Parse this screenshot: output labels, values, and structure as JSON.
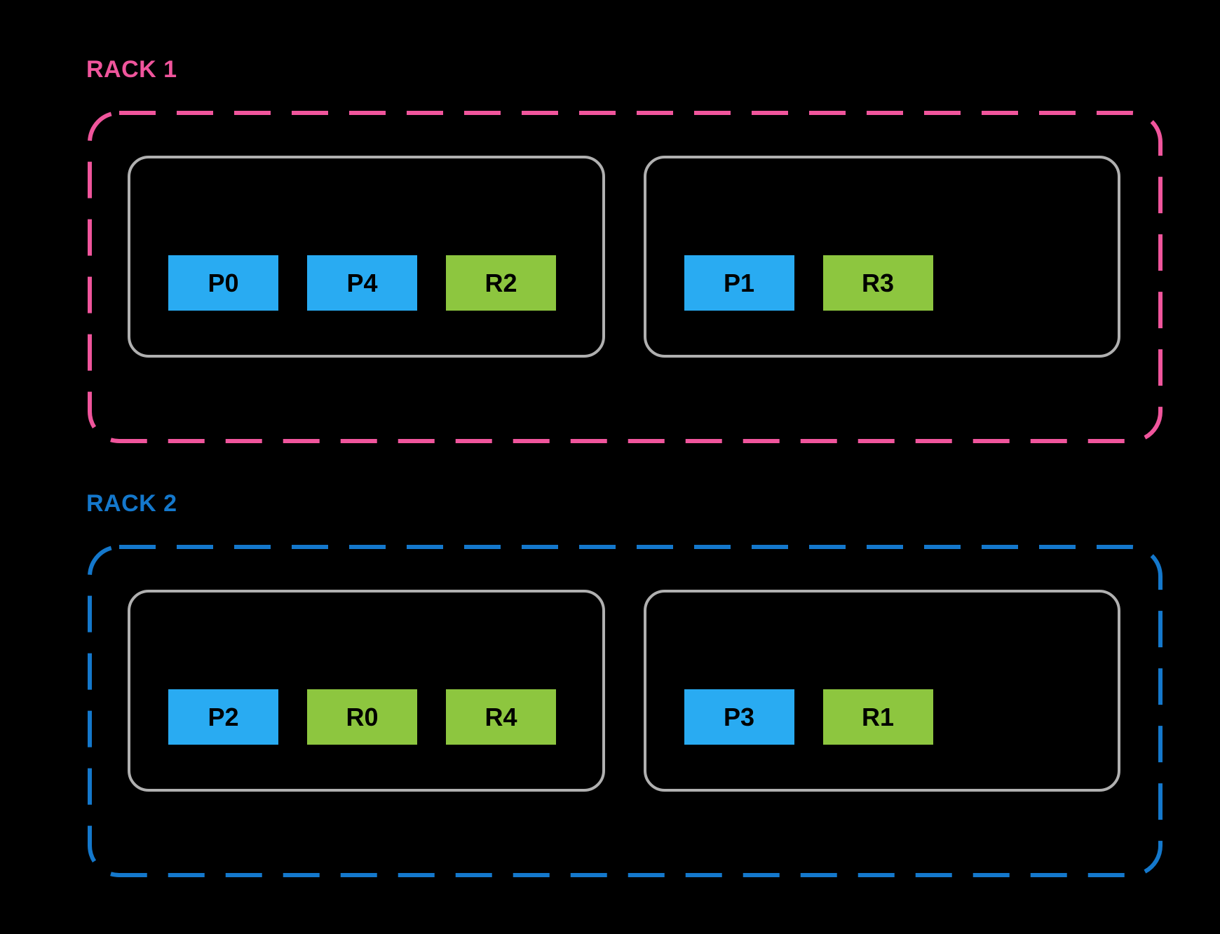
{
  "background": "#000000",
  "colors": {
    "primary_chip": "#29ABF2",
    "replica_chip": "#8DC63F",
    "node_border": "#B0B0B0",
    "chip_label": "#000000",
    "rack1_accent": "#F0559C",
    "rack2_accent": "#1478CC"
  },
  "racks": [
    {
      "label": "RACK 1",
      "accent_color": "#F0559C",
      "nodes": [
        {
          "chips": [
            {
              "label": "P0",
              "type": "primary"
            },
            {
              "label": "P4",
              "type": "primary"
            },
            {
              "label": "R2",
              "type": "replica"
            }
          ]
        },
        {
          "chips": [
            {
              "label": "P1",
              "type": "primary"
            },
            {
              "label": "R3",
              "type": "replica"
            }
          ]
        }
      ]
    },
    {
      "label": "RACK 2",
      "accent_color": "#1478CC",
      "nodes": [
        {
          "chips": [
            {
              "label": "P2",
              "type": "primary"
            },
            {
              "label": "R0",
              "type": "replica"
            },
            {
              "label": "R4",
              "type": "replica"
            }
          ]
        },
        {
          "chips": [
            {
              "label": "P3",
              "type": "primary"
            },
            {
              "label": "R1",
              "type": "replica"
            }
          ]
        }
      ]
    }
  ]
}
